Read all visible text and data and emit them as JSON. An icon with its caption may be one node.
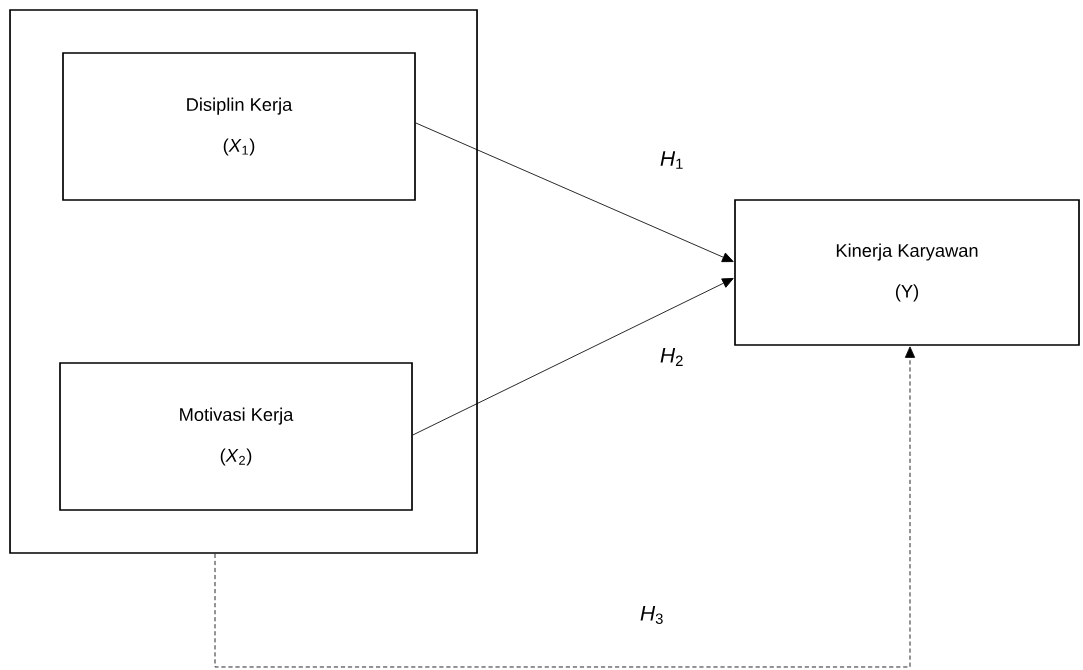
{
  "diagram": {
    "nodes": [
      {
        "text": [],
        "shape": "box"
      },
      {
        "text": [
          "Disiplin Kerja",
          "(*X*$_{1}$)"
        ],
        "in": 0
      },
      {
        "text": [
          "Motivasi Kerja",
          "(*X*$_{2}$)"
        ],
        "in": 0
      },
      {
        "text": [
          "Kinerja Karyawan",
          "(Y)"
        ]
      }
    ],
    "edges": [
      {
        "from": 1,
        "to": 3,
        "arrow": "to",
        "label": "*H*$_{1}$"
      },
      {
        "from": 2,
        "to": 3,
        "arrow": "to",
        "label": "*H*$_{2}$"
      },
      {
        "from": 0,
        "to": 3,
        "arrow": "to",
        "label": "*H*$_{3}$",
        "style": "dashed"
      }
    ]
  }
}
